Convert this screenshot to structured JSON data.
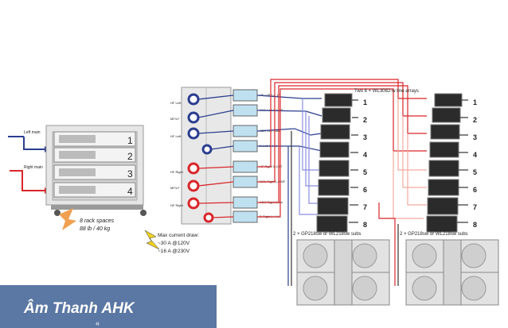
{
  "inputs": {
    "left_main": "Left main",
    "right_main": "Right main"
  },
  "rack": {
    "slot_numbers": [
      "1",
      "2",
      "3",
      "4"
    ],
    "spaces": "8 rack spaces",
    "weight": "88 lb / 40 kg"
  },
  "power": {
    "title": "Max current draw:",
    "line1": "~30 A @120V",
    "line2": "~16 A @230V"
  },
  "amp_panel_labels": [
    "HF Left",
    "MF/LF",
    "HF Left",
    "HF Right",
    "MF/LF",
    "HF Right"
  ],
  "connector_labels": [
    "HF Left 1-4 17",
    "CC1 Left 1-4 MF",
    "ABC Left Subs",
    "D Left 1-4 M",
    "HF Right 1-4 17",
    "CC1 Right 1-4 MF",
    "ABC Right Subs",
    "D Right 1-4 M"
  ],
  "array_title": "Two 8 × WL3082-w line arrays",
  "array_numbers": [
    "1",
    "2",
    "3",
    "4",
    "5",
    "6",
    "7",
    "8"
  ],
  "subs_left_label": "2 × GP218sw or WL218sw subs",
  "subs_right_label": "2 × GP218sw or WL218sw subs",
  "watermark": "Âm Thanh AHK",
  "watermark_sub": "«",
  "colors": {
    "blue": "#2b3d8f",
    "red": "#d9262a",
    "orange": "#f0a050",
    "banner": "#5b77a3"
  }
}
